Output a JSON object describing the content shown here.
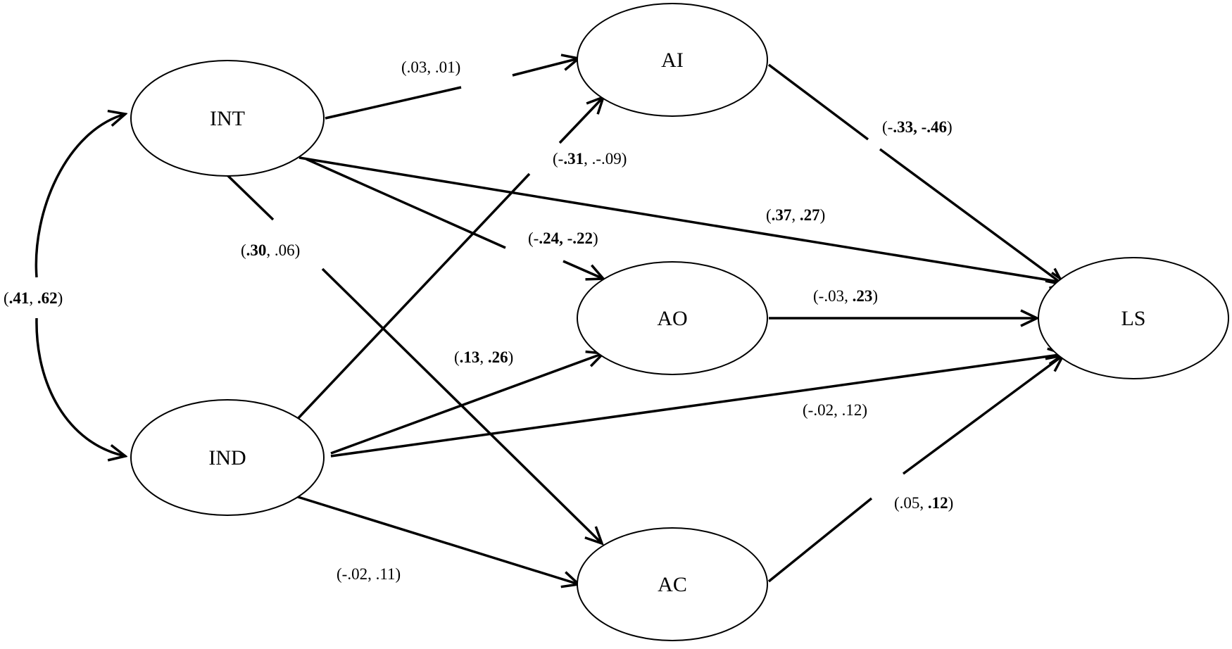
{
  "diagram": {
    "nodes": {
      "int": "INT",
      "ind": "IND",
      "ai": "AI",
      "ao": "AO",
      "ac": "AC",
      "ls": "LS"
    },
    "paths": {
      "int_ind": {
        "p1": "(",
        "a": ".41",
        "sep": ", ",
        "b": ".62",
        "p2": ")"
      },
      "int_ai": {
        "p1": "(",
        "a": ".03",
        "sep": ",  ",
        "b": ".01",
        "p2": ")"
      },
      "ind_ai": {
        "p1": "(-",
        "a": ".31",
        "sep": ",  ",
        "b": ".-.09",
        "p2": ")"
      },
      "int_ao": {
        "p1": "(-",
        "a": ".24",
        "sep": ", -",
        "b": ".22",
        "p2": ")"
      },
      "int_ls": {
        "p1": "(",
        "a": ".37",
        "sep": ", ",
        "b": ".27",
        "p2": ")"
      },
      "int_ac": {
        "p1": "(",
        "a": ".30",
        "sep": ", ",
        "b": ".06",
        "p2": ")"
      },
      "ai_ls": {
        "p1": "(-",
        "a": ".33",
        "sep": ", -",
        "b": ".46",
        "p2": ")"
      },
      "ao_ls": {
        "p1": "(",
        "a": "-.03",
        "sep": ",  ",
        "b": ".23",
        "p2": ")"
      },
      "ind_ao": {
        "p1": "(",
        "a": ".13",
        "sep": ", ",
        "b": ".26",
        "p2": ")"
      },
      "ind_ls": {
        "p1": "(",
        "a": "-.02",
        "sep": ",  ",
        "b": ".12",
        "p2": ")"
      },
      "ind_ac": {
        "p1": "(",
        "a": "-.02",
        "sep": ",  ",
        "b": ".11",
        "p2": ")"
      },
      "ac_ls": {
        "p1": "(",
        "a": ".05",
        "sep": ",  ",
        "b": ".12",
        "p2": ")"
      }
    }
  }
}
